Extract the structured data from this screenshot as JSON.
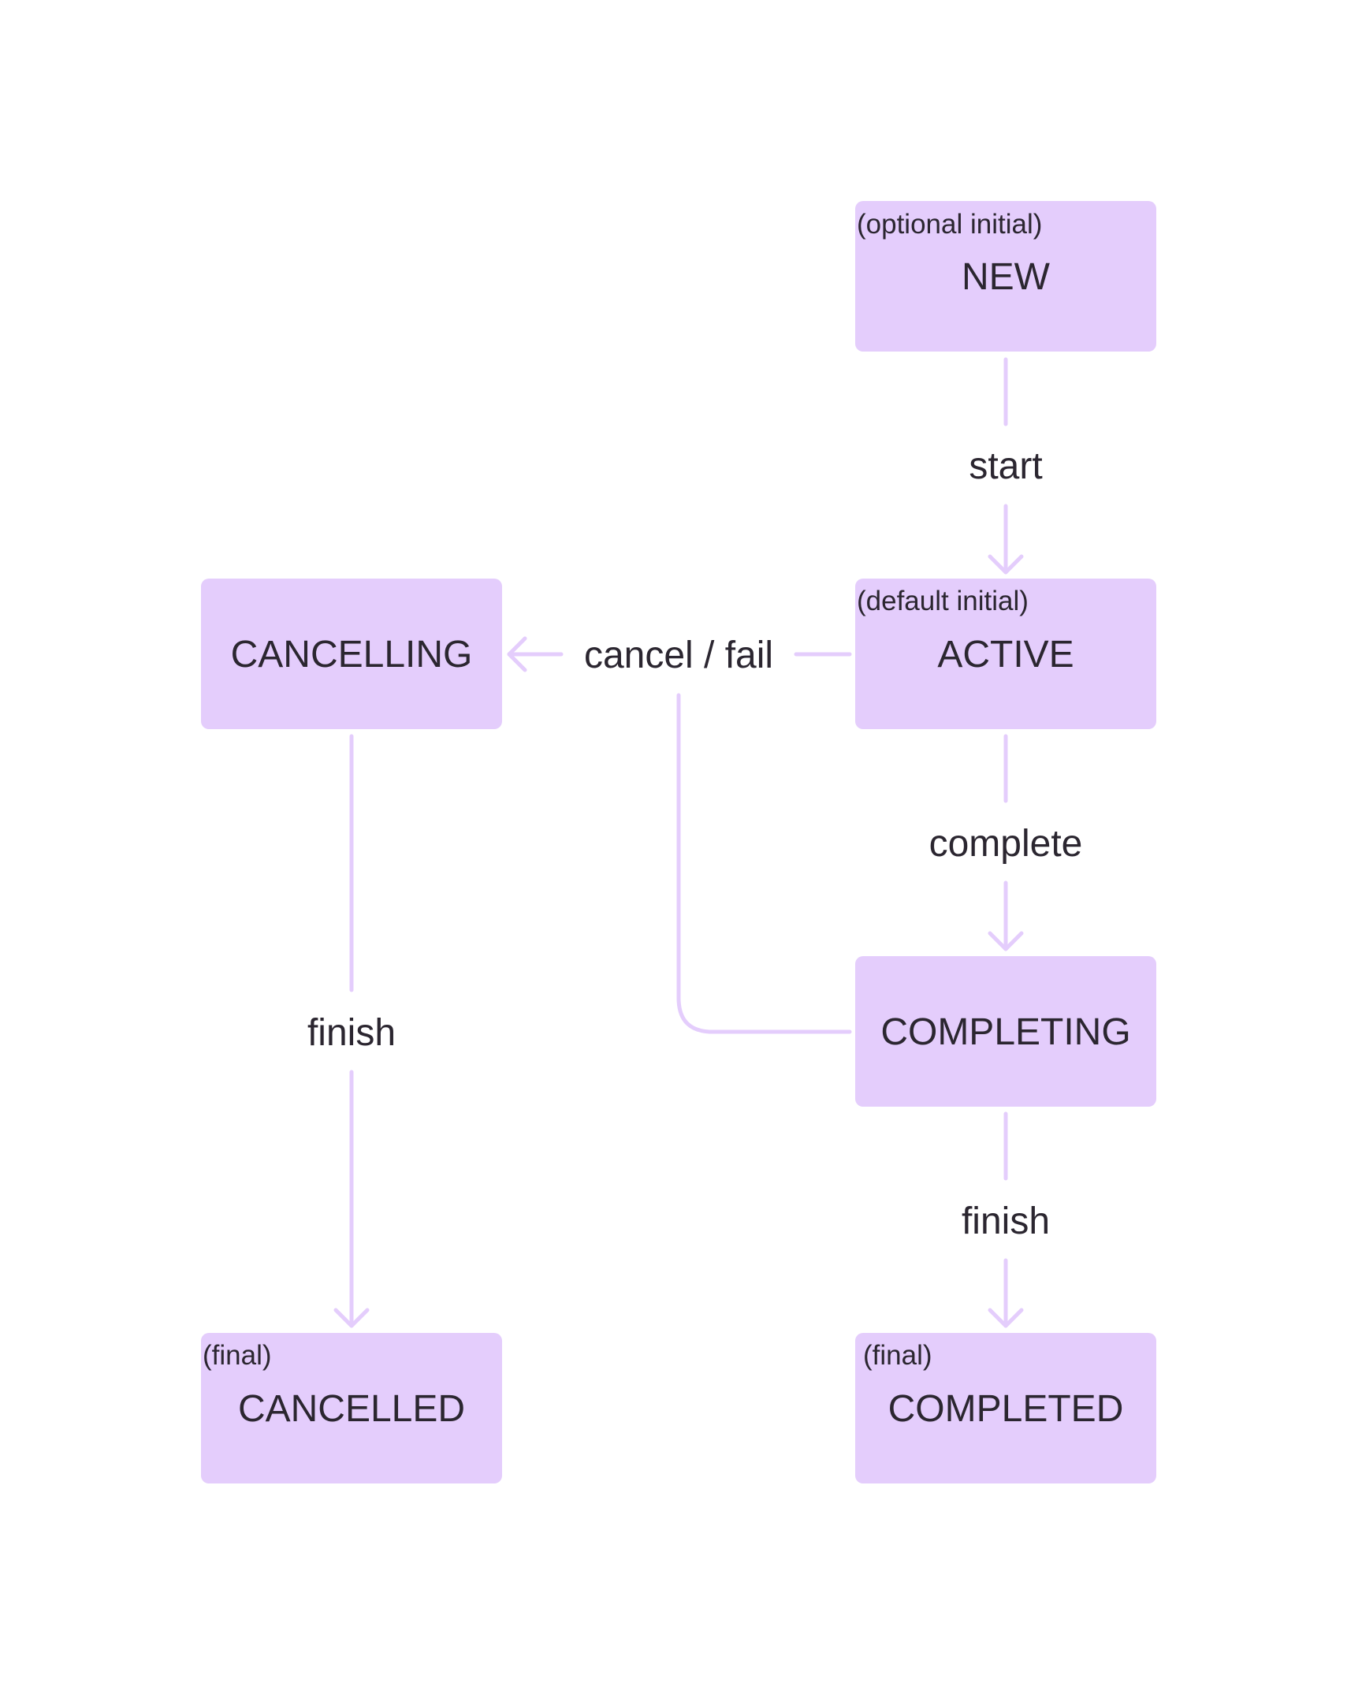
{
  "diagram": {
    "colors": {
      "node_fill": "#e4cdfc",
      "edge_stroke": "#e4cdfc",
      "text": "#2b2630",
      "background": "#ffffff"
    },
    "states": {
      "new": {
        "name": "NEW",
        "note": "(optional initial)"
      },
      "active": {
        "name": "ACTIVE",
        "note": "(default initial)"
      },
      "cancelling": {
        "name": "CANCELLING",
        "note": ""
      },
      "completing": {
        "name": "COMPLETING",
        "note": ""
      },
      "cancelled": {
        "name": "CANCELLED",
        "note": "(final)"
      },
      "completed": {
        "name": "COMPLETED",
        "note": "(final)"
      }
    },
    "transitions": {
      "start": {
        "label": "start",
        "from": "NEW",
        "to": "ACTIVE"
      },
      "cancel_fail": {
        "label": "cancel / fail",
        "from": [
          "ACTIVE",
          "COMPLETING"
        ],
        "to": "CANCELLING"
      },
      "complete": {
        "label": "complete",
        "from": "ACTIVE",
        "to": "COMPLETING"
      },
      "finish_cancelling": {
        "label": "finish",
        "from": "CANCELLING",
        "to": "CANCELLED"
      },
      "finish_completing": {
        "label": "finish",
        "from": "COMPLETING",
        "to": "COMPLETED"
      }
    }
  }
}
